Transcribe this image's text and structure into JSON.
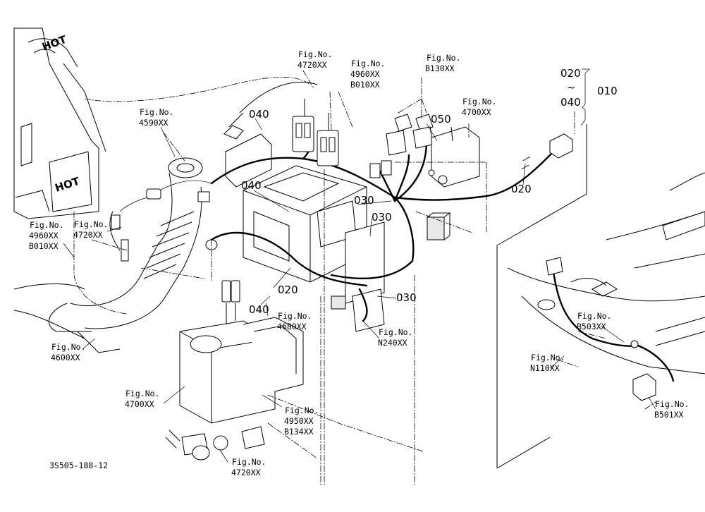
{
  "diagram_id": "3S505-188-12",
  "callouts": {
    "c4590": {
      "a": "Fig.No.",
      "b": "4590XX"
    },
    "c4720top": {
      "a": "Fig.No.",
      "b": "4720XX"
    },
    "c4960top": {
      "a": "Fig.No.",
      "b": "4960XX",
      "c": "B010XX"
    },
    "cb130": {
      "a": "Fig.No.",
      "b": "B130XX"
    },
    "c4700top": {
      "a": "Fig.No.",
      "b": "4700XX"
    },
    "c4960left": {
      "a": "Fig.No.",
      "b": "4960XX",
      "c": "B010XX"
    },
    "c4720left": {
      "a": "Fig.No.",
      "b": "4720XX"
    },
    "c4600": {
      "a": "Fig.No.",
      "b": "4600XX"
    },
    "c4700bottom": {
      "a": "Fig.No.",
      "b": "4700XX"
    },
    "c4680": {
      "a": "Fig.No.",
      "b": "4680XX"
    },
    "c4950": {
      "a": "Fig.No.",
      "b": "4950XX",
      "c": "B134XX"
    },
    "c4720bottom": {
      "a": "Fig.No.",
      "b": "4720XX"
    },
    "cn240": {
      "a": "Fig.No.",
      "b": "N240XX"
    },
    "cb503": {
      "a": "Fig.No.",
      "b": "B503XX"
    },
    "cn110": {
      "a": "Fig.No.",
      "b": "N110XX"
    },
    "cb501": {
      "a": "Fig.No.",
      "b": "B501XX"
    }
  },
  "parts": {
    "p040a": "040",
    "p040b": "040",
    "p040c": "040",
    "p030a": "030",
    "p030b": "030",
    "p030c": "030",
    "p020a": "020",
    "p020b": "020",
    "p050": "050"
  },
  "range": {
    "start": "020",
    "tilde": "~",
    "end": "040",
    "group": "010"
  },
  "warning_labels": [
    "HOT",
    "HOT"
  ]
}
